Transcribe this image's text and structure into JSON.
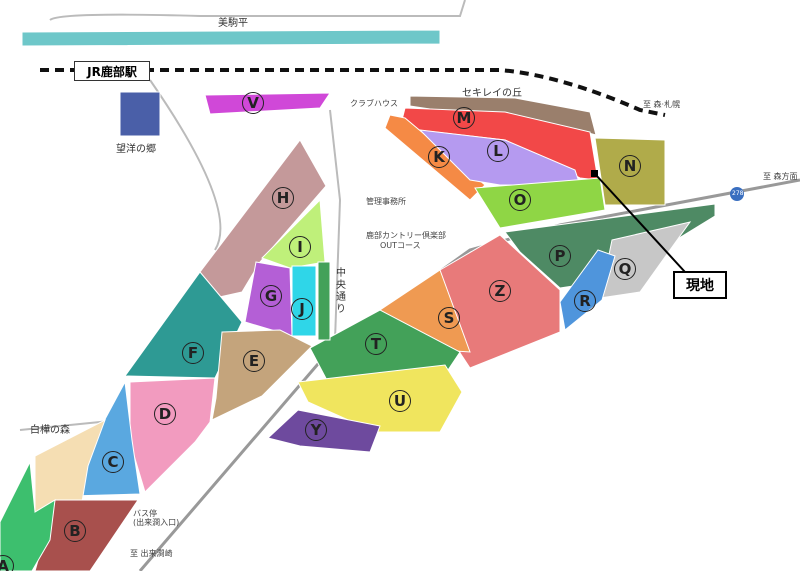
{
  "places": {
    "mikomadaira": "美駒平",
    "station": "JR鹿部駅",
    "boyo": "望洋の郷",
    "clubhouse": "クラブハウス",
    "sekirei": "セキレイの丘",
    "to_mori_sapporo": "至 森·札幌",
    "to_mori": "至 森方面",
    "route": "278",
    "office": "管理事務所",
    "country_club": "鹿部カントリー倶楽部",
    "out_course": "OUTコース",
    "chuo_dori": "中央通り",
    "shirakaba": "白樺の森",
    "bus_stop": "バス停",
    "bus_stop_name": "(出来澗入口)",
    "to_dekimasaki": "至 出来澗崎",
    "site": "現地"
  },
  "blocks": [
    "A",
    "B",
    "C",
    "D",
    "E",
    "F",
    "G",
    "H",
    "I",
    "J",
    "K",
    "L",
    "M",
    "N",
    "O",
    "P",
    "Q",
    "R",
    "S",
    "T",
    "U",
    "V",
    "Y",
    "Z"
  ],
  "colors": {
    "A": "#3dbf6e",
    "B": "#a8504d",
    "C": "#5aa8e0",
    "D": "#f29bbf",
    "E": "#c4a47c",
    "F": "#2e9a94",
    "G": "#b45fd6",
    "H": "#c4999a",
    "I": "#bff07a",
    "J": "#2fd6e8",
    "K": "#f58a45",
    "L": "#b59af0",
    "M": "#f24848",
    "N": "#b0ab4a",
    "O": "#8fd645",
    "P": "#4e8a64",
    "Q": "#c7c7c7",
    "R": "#4f95dc",
    "S": "#ef9a52",
    "T": "#43a159",
    "U": "#f0e55e",
    "V": "#d048d8",
    "Y": "#6e4a9e",
    "Z": "#e87a7a",
    "beige": "#f5deb3",
    "strip": "#6ec7c9",
    "brown": "#9a7f6c",
    "boyo": "#4a5fa8"
  }
}
